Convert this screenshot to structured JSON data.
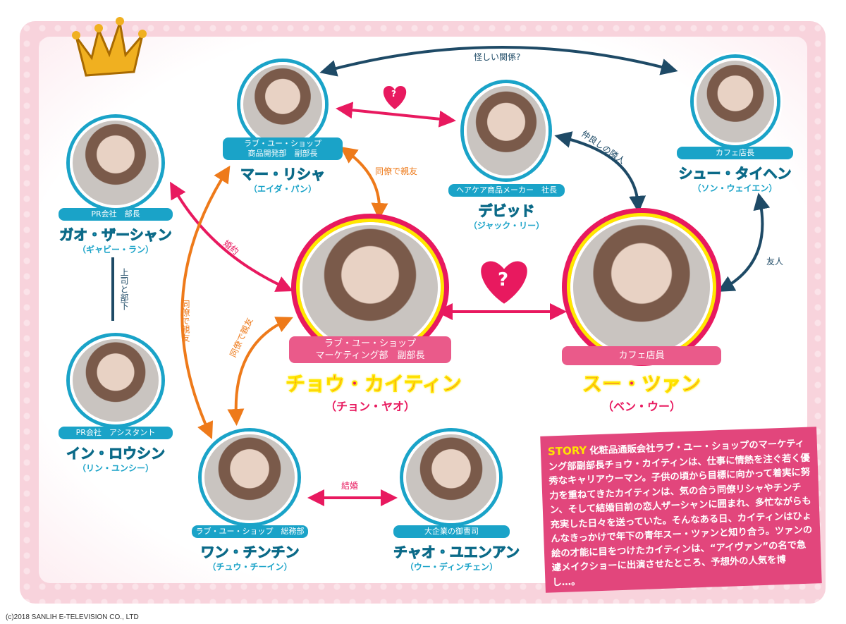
{
  "characters": [
    {
      "role": "ラブ・ユー・ショップ\n商品開発部　副部長",
      "name": "マー・リシャ",
      "actor": "（エイダ・パン）"
    },
    {
      "role": "ヘアケア商品メーカー　社長",
      "name": "デビッド",
      "actor": "（ジャック・リー）"
    },
    {
      "role": "カフェ店長",
      "name": "シュー・タイヘン",
      "actor": "（ソン・ウェイエン）"
    },
    {
      "role": "PR会社　部長",
      "name": "ガオ・ザーシャン",
      "actor": "（ギャビー・ラン）"
    },
    {
      "role": "PR会社　アシスタント",
      "name": "イン・ロウシン",
      "actor": "（リン・ユンシー）"
    },
    {
      "role": "ラブ・ユー・ショップ\nマーケティング部　副部長",
      "name": "チョウ・カイティン",
      "actor": "（チョン・ヤオ）"
    },
    {
      "role": "カフェ店員",
      "name": "スー・ツァン",
      "actor": "（ベン・ウー）"
    },
    {
      "role": "ラブ・ユー・ショップ　総務部",
      "name": "ワン・チンチン",
      "actor": "（チュウ・チーイン）"
    },
    {
      "role": "大企業の御曹司",
      "name": "チャオ・ユエンアン",
      "actor": "（ウー・ディンチェン）"
    }
  ],
  "relations": {
    "suspicious": "怪しい関係?",
    "friends_colleague": "同僚で親友",
    "neighbors": "仲良しの隣人",
    "friend": "友人",
    "engaged": "婚約",
    "boss": "上司と部下",
    "married": "結婚",
    "question": "?"
  },
  "story": {
    "heading": "STORY",
    "text": "化粧品通販会社ラブ・ユー・ショップのマーケティング部副部長チョウ・カイティンは、仕事に情熱を注ぐ若く優秀なキャリアウーマン。子供の頃から目標に向かって着実に努力を重ねてきたカイティンは、気の合う同僚リシャやチンチン、そして結婚目前の恋人ザーシャンに囲まれ、多忙ながらも充実した日々を送っていた。そんなある日、カイティンはひょんなきっかけで年下の青年スー・ツァンと知り合う。ツァンの絵の才能に目をつけたカイティンは、“アイヴァン”の名で急遽メイクショーに出演させたところ、予想外の人気を博し…。"
  },
  "copyright": "(c)2018 SANLIH E-TELEVISION CO., LTD",
  "colors": {
    "teal": "#1aa3c8",
    "pink": "#e8195f",
    "orange": "#ee7a1a",
    "navy": "#1e4a66"
  }
}
